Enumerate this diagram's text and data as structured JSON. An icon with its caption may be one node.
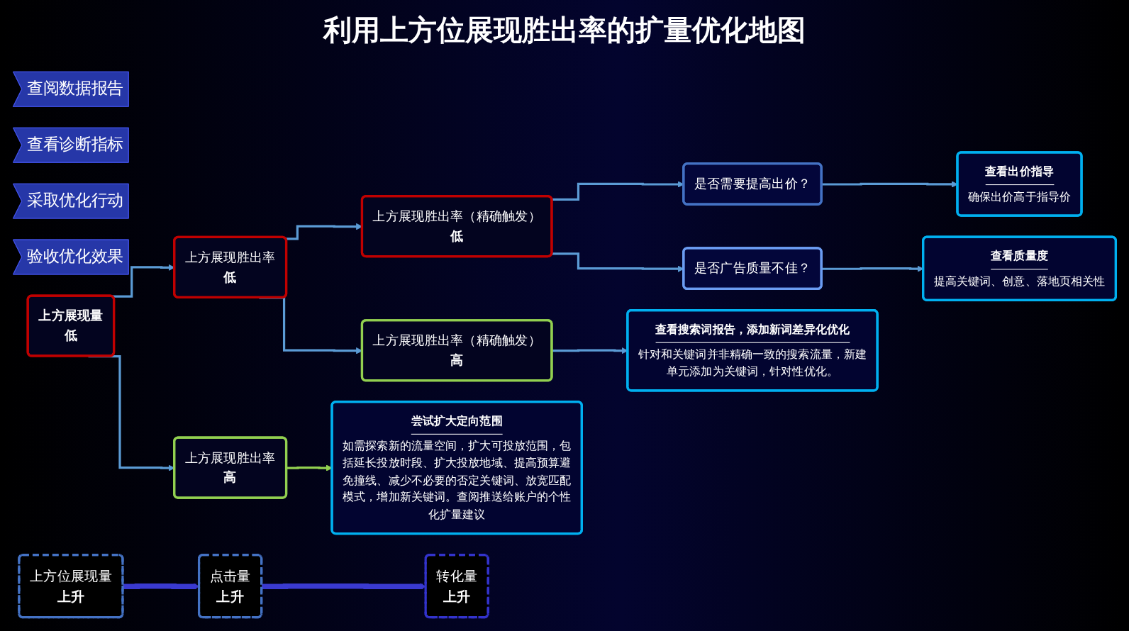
{
  "diagram": {
    "title": "利用上方位展现胜出率的扩量优化地图",
    "nodes": [
      {
        "text": [
          "查阅数据报告"
        ]
      },
      {
        "text": [
          "查看诊断指标"
        ]
      },
      {
        "text": [
          "采取优化行动"
        ]
      },
      {
        "text": [
          "验收优化效果"
        ]
      },
      {
        "text": [
          "上方展现量",
          "低"
        ]
      },
      {
        "text": [
          "上方展现胜出率",
          "低"
        ]
      },
      {
        "text": [
          "上方展现胜出率（精确触发）",
          "低"
        ]
      },
      {
        "text": [
          "是否需要提高出价？"
        ]
      },
      {
        "text": [
          "是否广告质量不佳？"
        ]
      },
      {
        "text": [
          "查看出价指导",
          "确保出价高于指导价"
        ]
      },
      {
        "text": [
          "查看质量度",
          "提高关键词、创意、落地页相关性"
        ]
      },
      {
        "text": [
          "上方展现胜出率（精确触发）",
          "高"
        ]
      },
      {
        "text": [
          "查看搜索词报告，添加新词差异化优化",
          "针对和关键词并非精确一致的搜索流量，新建单元添加为关键词，针对性优化。"
        ]
      },
      {
        "text": [
          "上方展现胜出率",
          "高"
        ]
      },
      {
        "text": [
          "尝试扩大定向范围",
          "如需探索新的流量空间，扩大可投放范围，包括延长投放时段、扩大投放地域、提高预算避免撞线、减少不必要的否定关键词、放宽匹配模式，增加新关键词。查阅推送给账户的个性化扩量建议"
        ]
      },
      {
        "text": [
          "上方位展现量",
          "上升"
        ]
      },
      {
        "text": [
          "点击量",
          "上升"
        ]
      },
      {
        "text": [
          "转化量",
          "上升"
        ]
      }
    ],
    "edges": [
      {
        "from": 4,
        "to": 5,
        "arrow": "to"
      },
      {
        "from": 4,
        "to": 13,
        "arrow": "to"
      },
      {
        "from": 5,
        "to": 6,
        "arrow": "to"
      },
      {
        "from": 5,
        "to": 11,
        "arrow": "to"
      },
      {
        "from": 6,
        "to": 7,
        "arrow": "to"
      },
      {
        "from": 6,
        "to": 8,
        "arrow": "to"
      },
      {
        "from": 7,
        "to": 9,
        "arrow": "to"
      },
      {
        "from": 8,
        "to": 10,
        "arrow": "to"
      },
      {
        "from": 11,
        "to": 12,
        "arrow": "to"
      },
      {
        "from": 13,
        "to": 14,
        "arrow": "to",
        "color": "#92d050"
      },
      {
        "from": 15,
        "to": 16,
        "arrow": "to",
        "style": "thick",
        "color": "#3a3ad0"
      },
      {
        "from": 16,
        "to": 17,
        "arrow": "to",
        "style": "thick",
        "color": "#3a3ad0"
      }
    ]
  }
}
